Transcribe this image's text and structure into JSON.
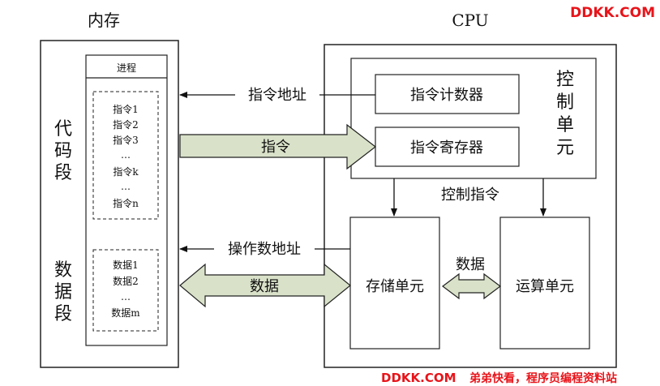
{
  "memory": {
    "title": "内存",
    "process_label": "进程",
    "code_segment": [
      "代",
      "码",
      "段"
    ],
    "data_segment": [
      "数",
      "据",
      "段"
    ],
    "instructions": [
      "指令1",
      "指令2",
      "指令3",
      "…",
      "指令k",
      "…",
      "指令n"
    ],
    "data_items": [
      "数据1",
      "数据2",
      "…",
      "数据m"
    ]
  },
  "cpu": {
    "title": "CPU",
    "control_unit": [
      "控",
      "制",
      "单",
      "元"
    ],
    "program_counter": "指令计数器",
    "instruction_register": "指令寄存器",
    "control_signal": "控制指令",
    "storage_unit": "存储单元",
    "alu": "运算单元",
    "internal_data": "数据"
  },
  "connections": {
    "instruction_address": "指令地址",
    "instruction": "指令",
    "operand_address": "操作数地址",
    "data": "数据"
  },
  "watermark": {
    "top": "DDKK.COM",
    "bottom_site": "DDKK.COM",
    "bottom_text": "弟弟快看，程序员编程资料站",
    "color": "#e8141a"
  }
}
